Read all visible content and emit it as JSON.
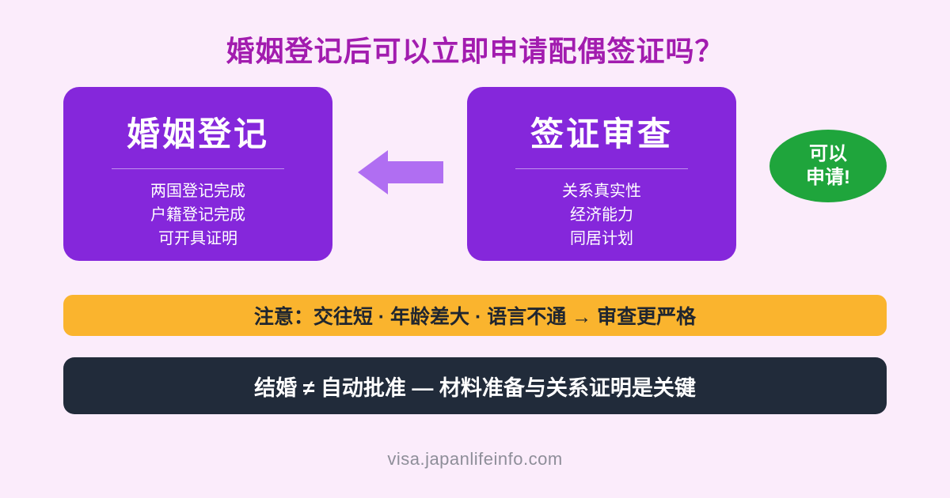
{
  "header": {
    "title": "婚姻登记后可以立即申请配偶签证吗？"
  },
  "cards": {
    "left": {
      "title": "婚姻登记",
      "items": [
        "两国登记完成",
        "户籍登记完成",
        "可开具证明"
      ]
    },
    "right": {
      "title": "签证审查",
      "items": [
        "关系真实性",
        "经济能力",
        "同居计划"
      ]
    }
  },
  "badge": {
    "line1": "可以",
    "line2": "申请!"
  },
  "notice": {
    "text": "注意：交往短 · 年龄差大 · 语言不通 → 审查更严格"
  },
  "conclusion": {
    "text": "结婚 ≠ 自动批准 — 材料准备与关系证明是关键"
  },
  "footer": {
    "url": "visa.japanlifeinfo.com"
  },
  "colors": {
    "background": "#FBECFB",
    "title": "#A21CAF",
    "card-bg": "#8527DB",
    "card-text": "#FFFFFF",
    "divider": "#FFFFFF80",
    "arrow": "#B06EF2",
    "badge-bg": "#1FA53C",
    "badge-text": "#FFFFFF",
    "notice-bg": "#FAB42E",
    "notice-text": "#20262F",
    "conclusion-bg": "#212B3A",
    "conclusion-text": "#FFFFFF",
    "footer-text": "#8E8E99"
  }
}
